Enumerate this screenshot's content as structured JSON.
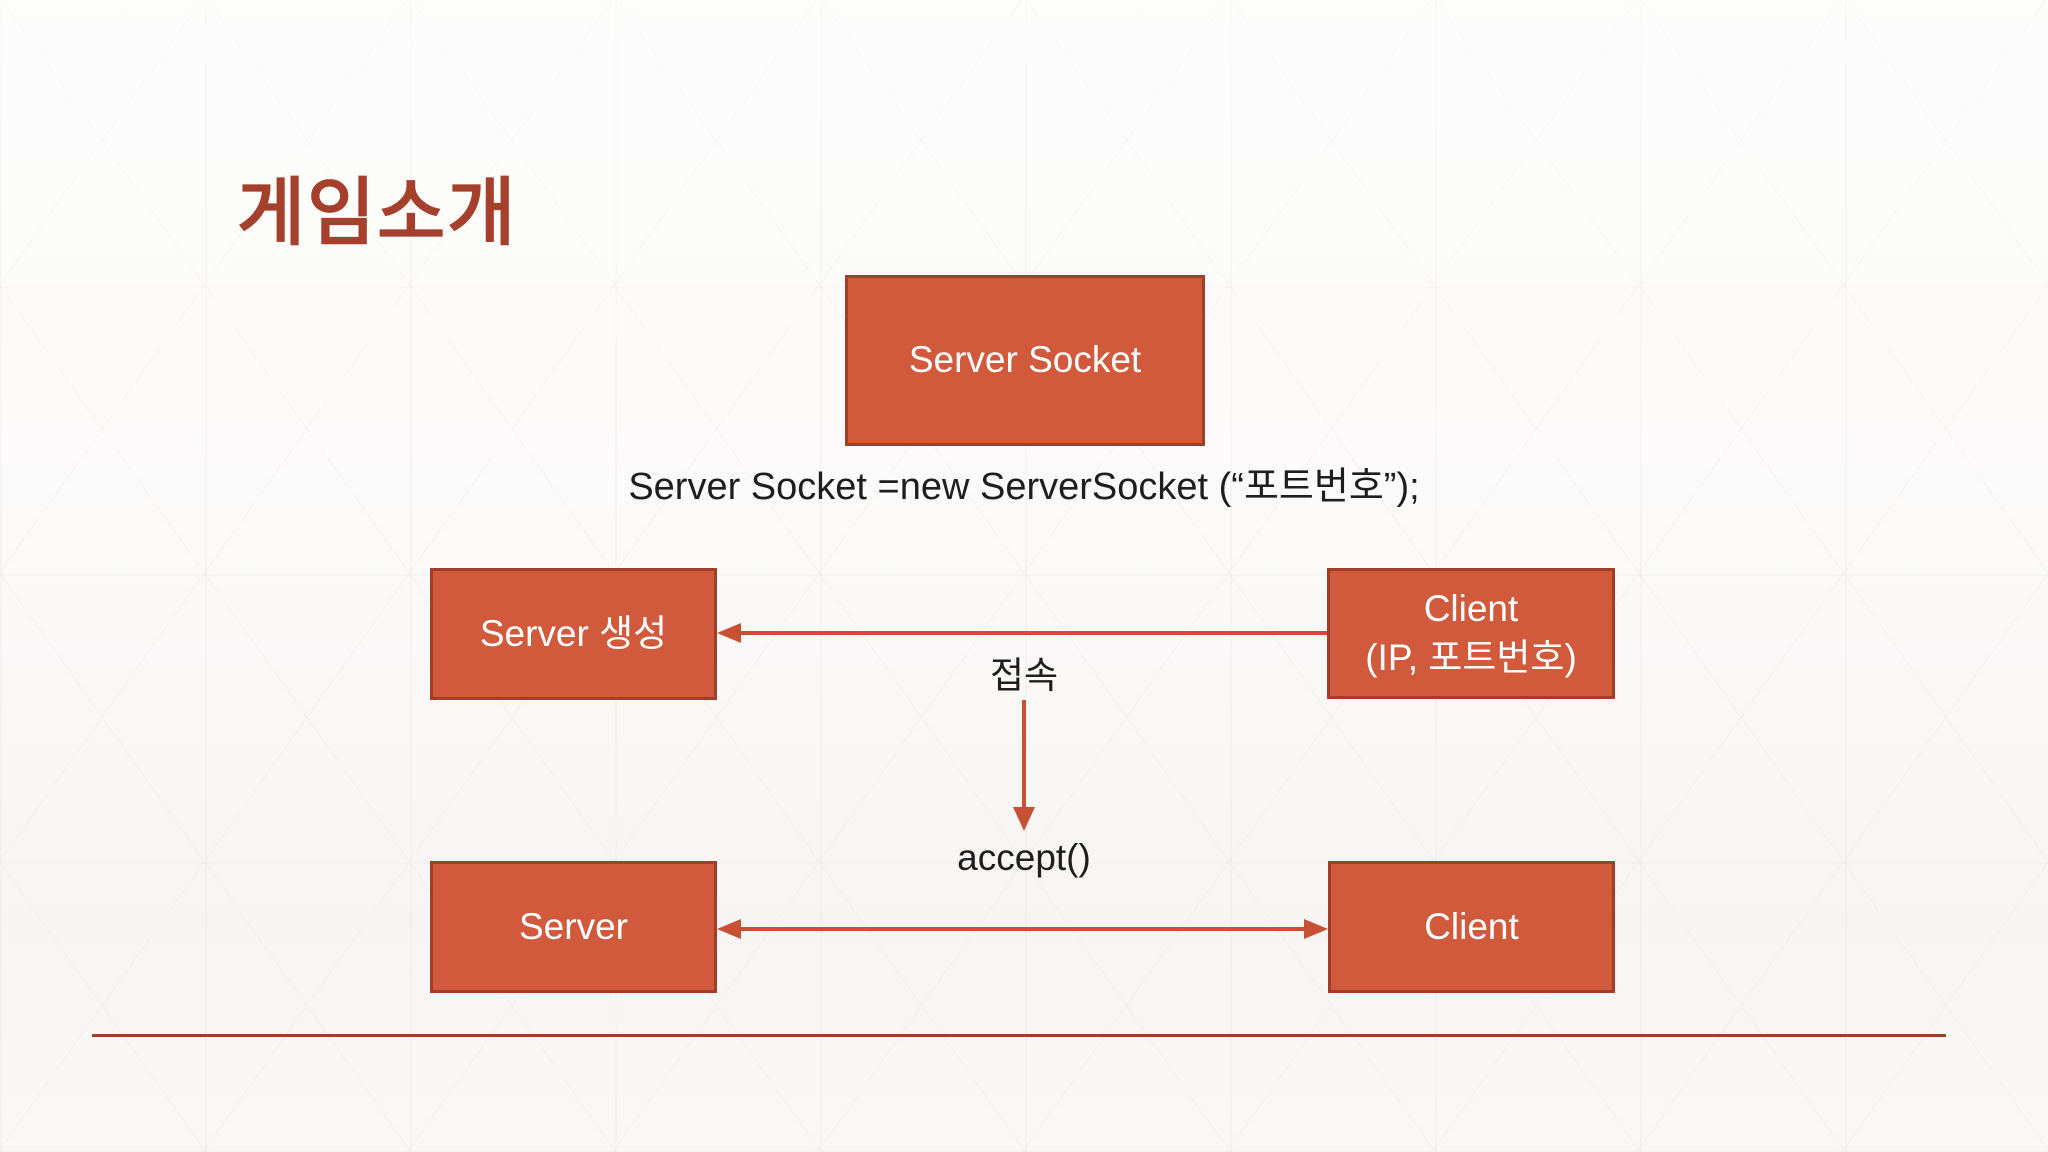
{
  "slide": {
    "title": "게임소개",
    "diagram": {
      "server_socket_box": "Server Socket",
      "code_line": "Server Socket =new ServerSocket (“포트번호”);",
      "server_create_box": "Server 생성",
      "client_connect_box": "Client\n(IP, 포트번호)",
      "connect_label": "접속",
      "accept_label": "accept()",
      "server_box": "Server",
      "client_box": "Client"
    },
    "colors": {
      "box_fill": "#d15a3c",
      "box_border": "#a23d27",
      "box_text": "#ffffff",
      "arrow": "#c65134",
      "title_text": "#a4402b",
      "body_text": "#1e1e1e",
      "divider": "#9d4126",
      "background": "#fbfaf9"
    }
  }
}
